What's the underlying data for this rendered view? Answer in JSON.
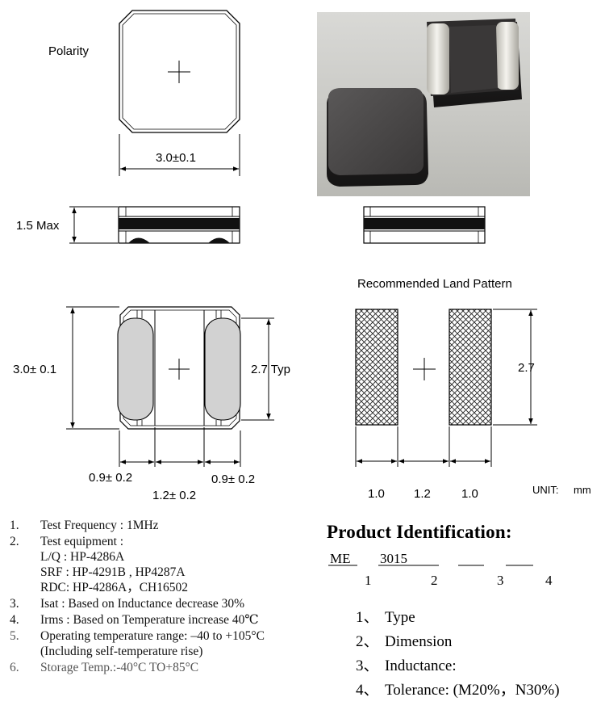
{
  "labels": {
    "polarity": "Polarity",
    "width_dim": "3.0±0.1",
    "height_max": "1.5 Max",
    "length_dim": "3.0± 0.1",
    "electrode_typ": "2.7 Typ",
    "left_electrode": "0.9± 0.2",
    "center_gap": "1.2± 0.2",
    "right_electrode": "0.9± 0.2",
    "land_pattern_title": "Recommended Land Pattern",
    "land_height": "2.7",
    "land_left": "1.0",
    "land_gap": "1.2",
    "land_right": "1.0",
    "unit": "UNIT:",
    "unit_value": "mm"
  },
  "notes": [
    {
      "num": "1.",
      "text": "Test Frequency : 1MHz",
      "sub": []
    },
    {
      "num": "2.",
      "text": "Test equipment :",
      "sub": [
        "L/Q : HP-4286A",
        "SRF : HP-4291B , HP4287A",
        "RDC: HP-4286A，CH16502"
      ]
    },
    {
      "num": "3.",
      "text": "Isat : Based on Inductance decrease 30%",
      "sub": []
    },
    {
      "num": "4.",
      "text": "Irms : Based on Temperature increase 40℃",
      "sub": []
    },
    {
      "num": "5.",
      "text": "Operating temperature range: –40 to +105°C",
      "sub": [
        "(Including self-temperature rise)"
      ]
    },
    {
      "num": "6.",
      "text": "Storage Temp.:-40°C TO+85°C",
      "sub": []
    }
  ],
  "product_id": {
    "title": "Product Identification:",
    "code": [
      "ME",
      "3015",
      "",
      ""
    ],
    "positions": [
      "1",
      "2",
      "3",
      "4"
    ],
    "items": [
      {
        "num": "1、",
        "label": "Type"
      },
      {
        "num": "2、",
        "label": "Dimension"
      },
      {
        "num": "3、",
        "label": "Inductance:"
      },
      {
        "num": "4、",
        "label": "Tolerance: (M20%，N30%)"
      }
    ]
  }
}
